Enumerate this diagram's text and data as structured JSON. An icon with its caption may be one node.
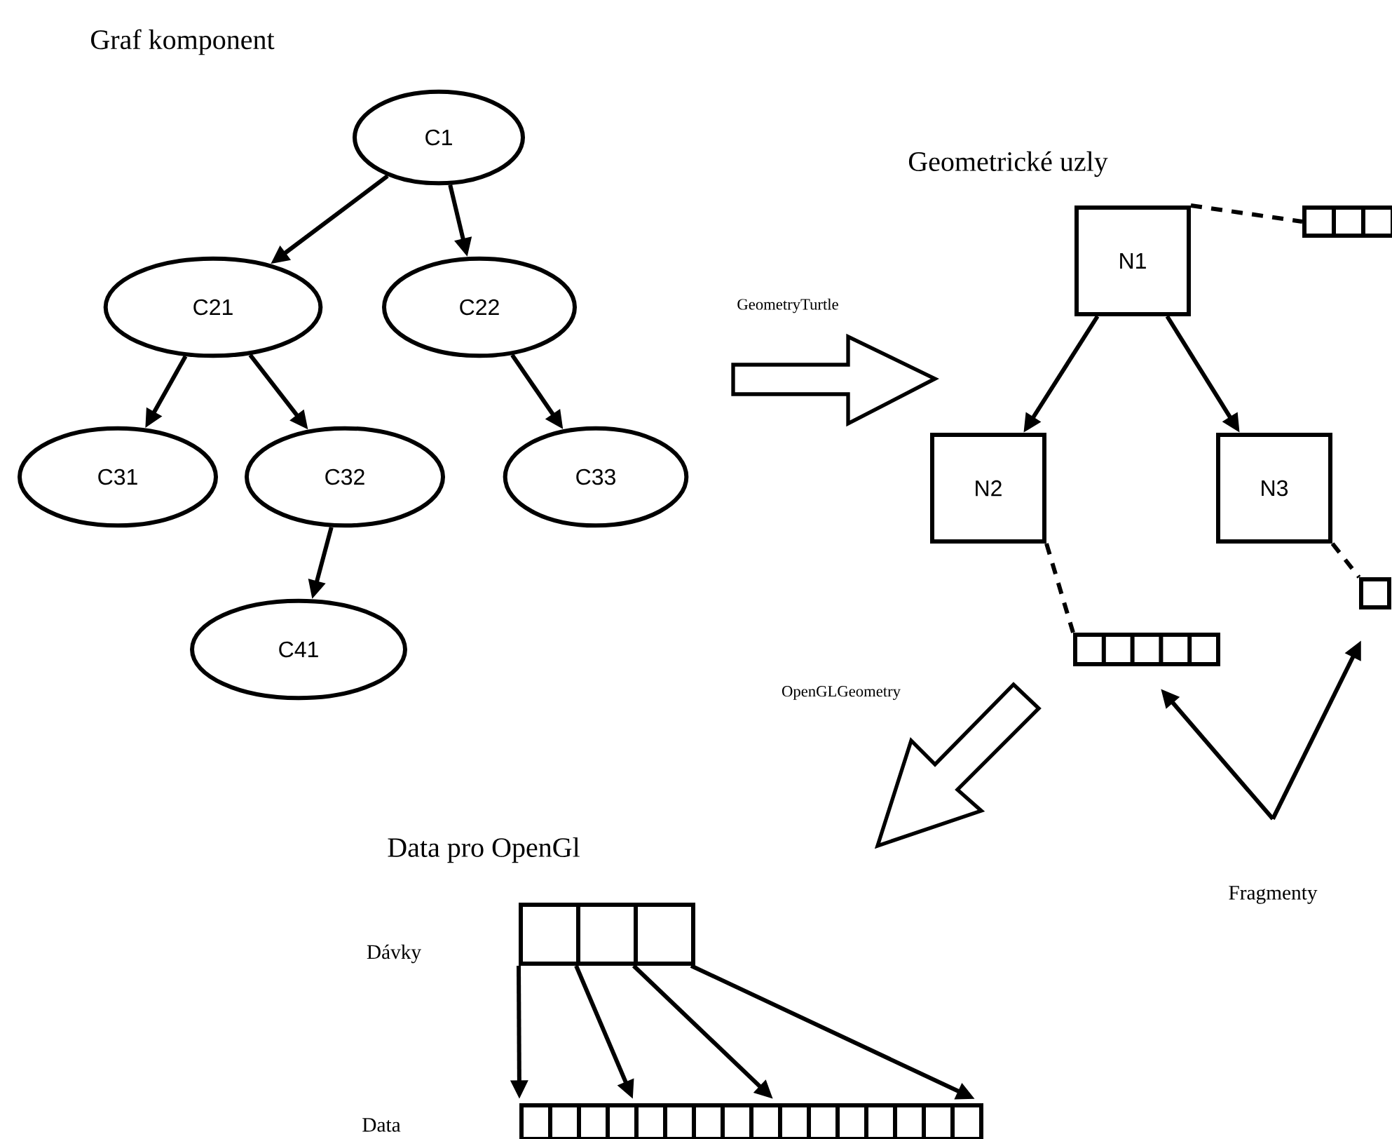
{
  "diagram": {
    "nodes": [
      {
        "text": [
          "C1"
        ]
      },
      {
        "text": [
          "C21"
        ]
      },
      {
        "text": [
          "C22"
        ]
      },
      {
        "text": [
          "C31"
        ]
      },
      {
        "text": [
          "C32"
        ]
      },
      {
        "text": [
          "C33"
        ]
      },
      {
        "text": [
          "C41"
        ]
      },
      {
        "text": [
          "N1"
        ]
      },
      {
        "text": [
          "N2"
        ]
      },
      {
        "text": [
          "N3"
        ]
      },
      {
        "text": [],
        "shape": "bar"
      },
      {
        "text": [],
        "shape": "bar"
      },
      {
        "text": [],
        "shape": "box"
      },
      {
        "text": [
          "Fragmenty"
        ]
      },
      {
        "text": [],
        "shape": "bar"
      },
      {
        "text": [],
        "shape": "bar"
      }
    ],
    "edges": [
      {
        "from": 0,
        "to": 1,
        "arrow": "to"
      },
      {
        "from": 0,
        "to": 2,
        "arrow": "to"
      },
      {
        "from": 1,
        "to": 3,
        "arrow": "to"
      },
      {
        "from": 1,
        "to": 4,
        "arrow": "to"
      },
      {
        "from": 2,
        "to": 5,
        "arrow": "to"
      },
      {
        "from": 4,
        "to": 6,
        "arrow": "to"
      },
      {
        "from": 7,
        "to": 8,
        "arrow": "to"
      },
      {
        "from": 7,
        "to": 9,
        "arrow": "to"
      },
      {
        "from": 7,
        "to": 10,
        "arrow": "none",
        "style": "dashed"
      },
      {
        "from": 8,
        "to": 11,
        "arrow": "none",
        "style": "dashed"
      },
      {
        "from": 9,
        "to": 12,
        "arrow": "none",
        "style": "dashed"
      },
      {
        "from": 13,
        "to": 11,
        "arrow": "to"
      },
      {
        "from": 13,
        "to": 12,
        "arrow": "to"
      },
      {
        "from": 14,
        "to": 15,
        "arrow": "to"
      },
      {
        "from": 14,
        "to": 15,
        "arrow": "to"
      },
      {
        "from": 14,
        "to": 15,
        "arrow": "to"
      },
      {
        "from": 14,
        "to": 15,
        "arrow": "to"
      }
    ],
    "labels": [
      "Graf komponent",
      "Geometrické uzly",
      "GeometryTurtle",
      "OpenGLGeometry",
      "Data pro OpenGl",
      "Dávky",
      "Data"
    ]
  }
}
